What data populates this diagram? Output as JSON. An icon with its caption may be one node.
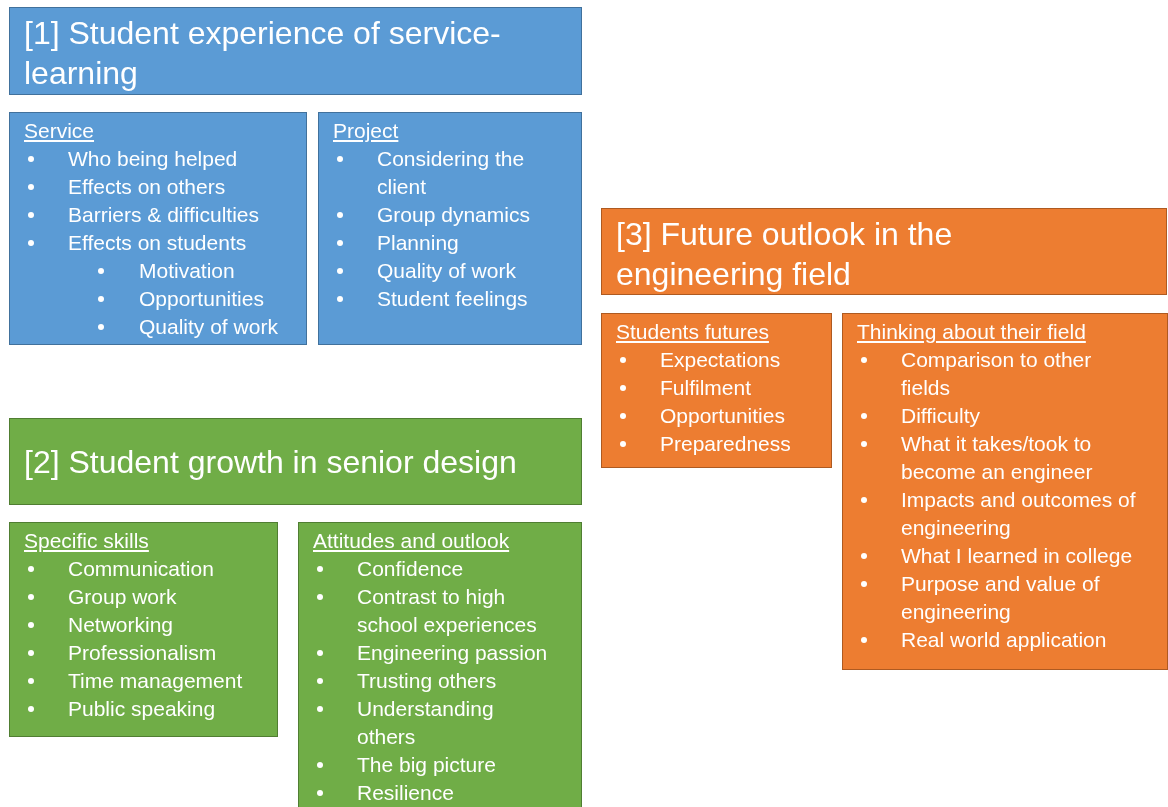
{
  "diagram": {
    "nodes": [
      {
        "text": [
          "[1] Student experience of service-learning"
        ]
      },
      {
        "text": [
          "Service",
          "Who being helped",
          "Effects on others",
          "Barriers & difficulties",
          "Effects on students",
          "Motivation",
          "Opportunities",
          "Quality of work"
        ]
      },
      {
        "text": [
          "Project",
          "Considering the client",
          "Group dynamics",
          "Planning",
          "Quality of work",
          "Student feelings"
        ]
      },
      {
        "text": [
          "[3] Future outlook in the engineering field"
        ]
      },
      {
        "text": [
          "Students futures",
          "Expectations",
          "Fulfilment",
          "Opportunities",
          "Preparedness"
        ]
      },
      {
        "text": [
          "Thinking about their field",
          "Comparison to other fields",
          "Difficulty",
          "What it takes/took to become an engineer",
          "Impacts and outcomes of engineering",
          "What I learned in college",
          "Purpose and value of engineering",
          "Real world application"
        ]
      },
      {
        "text": [
          "[2] Student growth in senior design"
        ]
      },
      {
        "text": [
          "Specific skills",
          "Communication",
          "Group work",
          "Networking",
          "Professionalism",
          "Time management",
          "Public speaking"
        ]
      },
      {
        "text": [
          "Attitudes and outlook",
          "Confidence",
          "Contrast to high school experiences",
          "Engineering passion",
          "Trusting others",
          "Understanding others",
          "The big picture",
          "Resilience"
        ]
      }
    ]
  }
}
